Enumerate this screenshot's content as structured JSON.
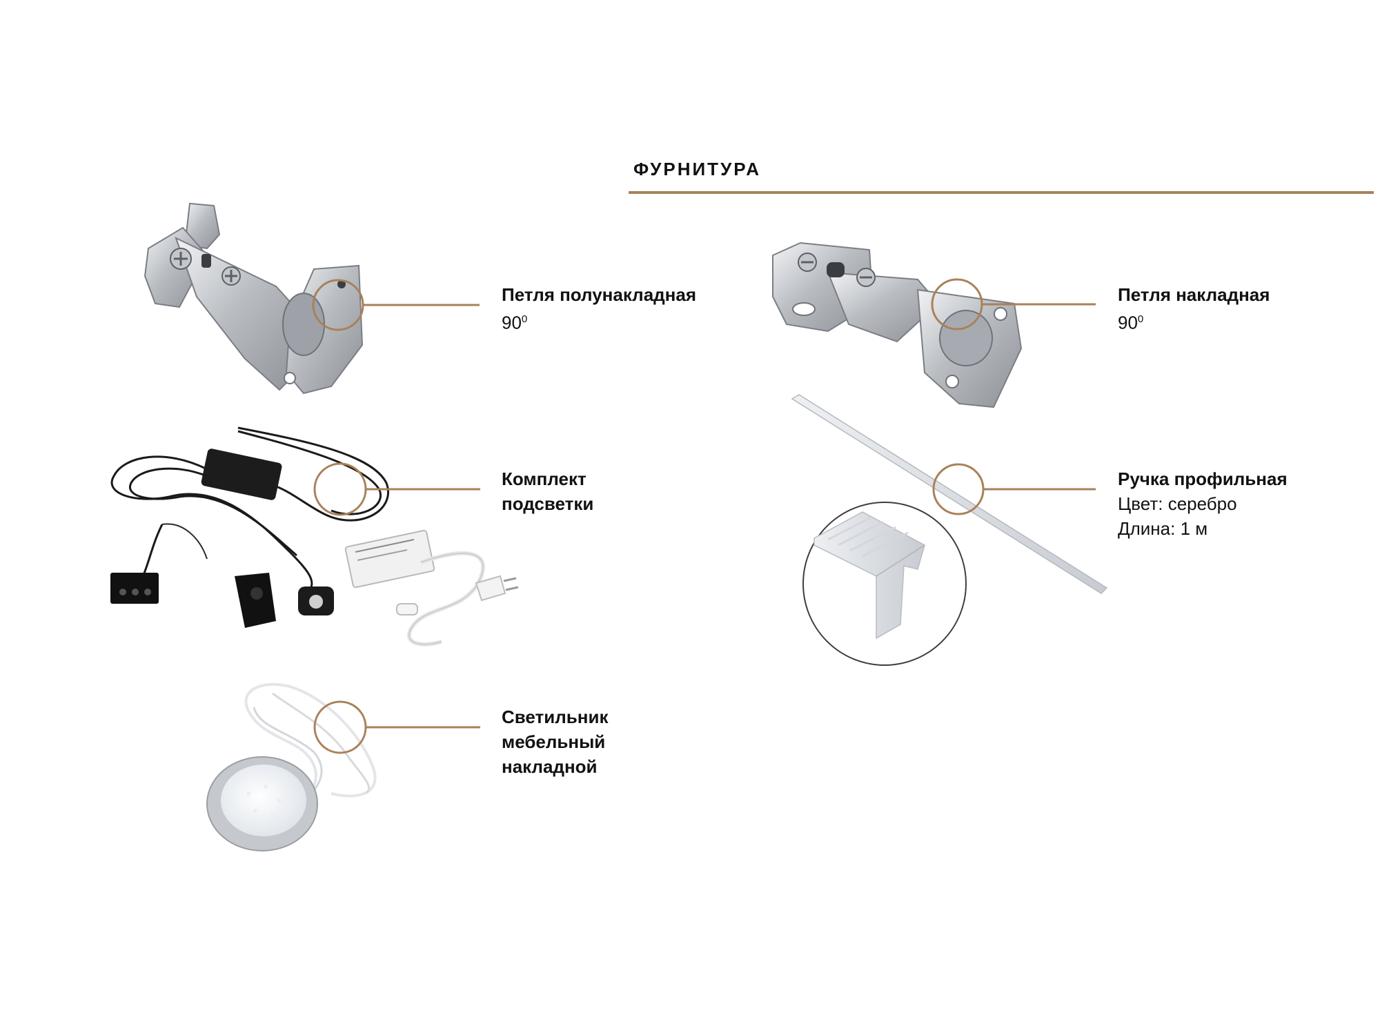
{
  "section": {
    "title": "ФУРНИТУРА"
  },
  "colors": {
    "accent": "#a98159",
    "metal": "#c9ccd0",
    "dark": "#1a1a1a"
  },
  "items": [
    {
      "name": "Петля полунакладная",
      "spec_value": "90",
      "spec_sup": "0",
      "image": "half-overlay-hinge"
    },
    {
      "name": "Петля накладная",
      "spec_value": "90",
      "spec_sup": "0",
      "image": "overlay-hinge"
    },
    {
      "name": "Комплект\nподсветки",
      "image": "lighting-kit"
    },
    {
      "name": "Ручка профильная",
      "spec_color": "Цвет: серебро",
      "spec_length": "Длина: 1 м",
      "image": "profile-handle"
    },
    {
      "name": "Светильник\nмебельный\nнакладной",
      "image": "furniture-lamp"
    }
  ]
}
